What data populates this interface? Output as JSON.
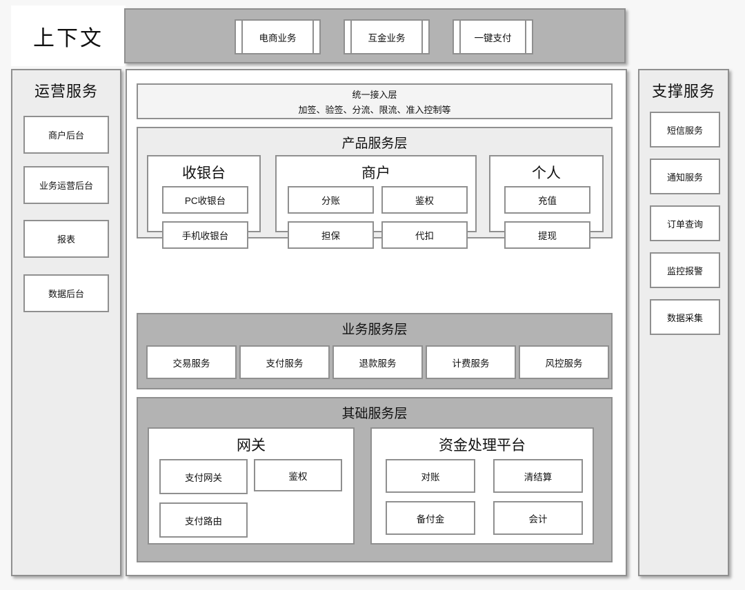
{
  "context": {
    "title": "上下文"
  },
  "top_bar": {
    "items": [
      {
        "label": "电商业务"
      },
      {
        "label": "互金业务"
      },
      {
        "label": "一键支付"
      }
    ]
  },
  "left_panel": {
    "title": "运营服务",
    "items": [
      {
        "label": "商户后台"
      },
      {
        "label": "业务运营后台"
      },
      {
        "label": "报表"
      },
      {
        "label": "数据后台"
      }
    ]
  },
  "right_panel": {
    "title": "支撑服务",
    "items": [
      {
        "label": "短信服务"
      },
      {
        "label": "通知服务"
      },
      {
        "label": "订单查询"
      },
      {
        "label": "监控报警"
      },
      {
        "label": "数据采集"
      }
    ]
  },
  "access_layer": {
    "title": "统一接入层",
    "subtitle": "加签、验签、分流、限流、准入控制等"
  },
  "product_layer": {
    "title": "产品服务层",
    "groups": [
      {
        "title": "收银台",
        "items": [
          {
            "label": "PC收银台"
          },
          {
            "label": "手机收银台"
          }
        ]
      },
      {
        "title": "商户",
        "items": [
          {
            "label": "分账"
          },
          {
            "label": "鉴权"
          },
          {
            "label": "担保"
          },
          {
            "label": "代扣"
          }
        ]
      },
      {
        "title": "个人",
        "items": [
          {
            "label": "充值"
          },
          {
            "label": "提现"
          }
        ]
      }
    ]
  },
  "business_layer": {
    "title": "业务服务层",
    "items": [
      {
        "label": "交易服务"
      },
      {
        "label": "支付服务"
      },
      {
        "label": "退款服务"
      },
      {
        "label": "计费服务"
      },
      {
        "label": "风控服务"
      }
    ]
  },
  "base_layer": {
    "title": "其础服务层",
    "groups": [
      {
        "title": "网关",
        "items": [
          {
            "label": "支付网关"
          },
          {
            "label": "鉴权"
          },
          {
            "label": "支付路由"
          }
        ]
      },
      {
        "title": "资金处理平台",
        "items": [
          {
            "label": "对账"
          },
          {
            "label": "清结算"
          },
          {
            "label": "备付金"
          },
          {
            "label": "会计"
          }
        ]
      }
    ]
  },
  "colors": {
    "page_background": "#f7f7f7",
    "panel_light": "#ededed",
    "layer_gray": "#b3b3b3",
    "border": "#8f8f8f",
    "box_white": "#ffffff",
    "text": "#111111"
  }
}
